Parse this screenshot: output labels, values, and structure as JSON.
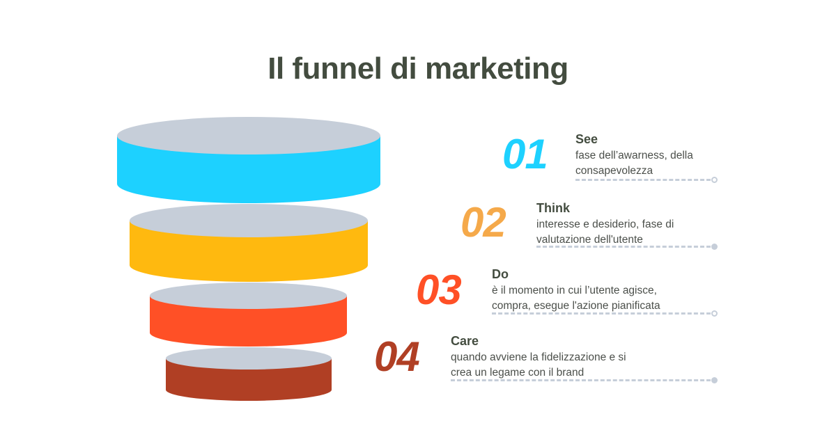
{
  "title": "Il funnel di marketing",
  "colors": {
    "title": "#434c3f",
    "disc_top": "#c6ced9",
    "line": "#c6ced9"
  },
  "funnel": {
    "layers": [
      {
        "name": "See",
        "color": "#1dd1ff"
      },
      {
        "name": "Think",
        "color": "#ffb90f"
      },
      {
        "name": "Do",
        "color": "#ff5026"
      },
      {
        "name": "Care",
        "color": "#b03f24"
      }
    ]
  },
  "steps": [
    {
      "number": "01",
      "title": "See",
      "desc_line1": "fase dell’awarness, della",
      "desc_line2": "consapevolezza",
      "number_color": "#1dd1ff",
      "end_marker": "ring-dot-icon"
    },
    {
      "number": "02",
      "title": "Think",
      "desc_line1": "interesse e desiderio, fase di",
      "desc_line2": "valutazione dell'utente",
      "number_color": "#f5a94a",
      "end_marker": "filled-dot-icon"
    },
    {
      "number": "03",
      "title": "Do",
      "desc_line1": "è il momento in cui l’utente agisce,",
      "desc_line2": "compra, esegue l'azione pianificata",
      "number_color": "#ff5026",
      "end_marker": "ring-dot-icon"
    },
    {
      "number": "04",
      "title": "Care",
      "desc_line1": "quando avviene la fidelizzazione e si",
      "desc_line2": "crea un legame con il brand",
      "number_color": "#b03f24",
      "end_marker": "filled-dot-icon"
    }
  ]
}
